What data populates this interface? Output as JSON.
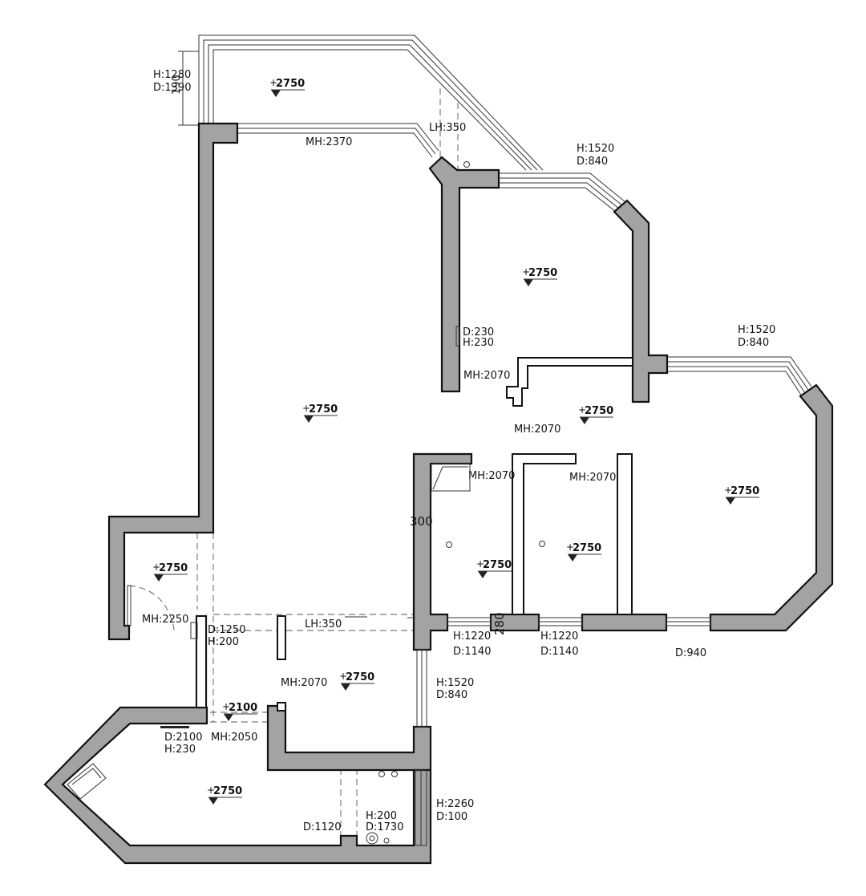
{
  "levels": [
    {
      "value": "2750"
    },
    {
      "value": "2750"
    },
    {
      "value": "2750"
    },
    {
      "value": "2750"
    },
    {
      "value": "2750"
    },
    {
      "value": "2750"
    },
    {
      "value": "2750"
    },
    {
      "value": "2750"
    },
    {
      "value": "2750"
    },
    {
      "value": "2100"
    },
    {
      "value": "2750"
    }
  ],
  "level_prefix": "+",
  "labels": {
    "bay_h": "H:1280",
    "bay_d": "D:1390",
    "bay_dim": "190",
    "mh_2370": "MH:2370",
    "lh_350_top": "LH:350",
    "win1_h": "H:1520",
    "win1_d": "D:840",
    "d230": "D:230",
    "h230": "H:230",
    "mh_2070_a": "MH:2070",
    "win2_h": "H:1520",
    "win2_d": "D:840",
    "mh_2070_b": "MH:2070",
    "mh_2070_c": "MH:2070",
    "mh_2070_d": "MH:2070",
    "dim_300": "300",
    "mh_2250": "MH:2250",
    "d1250": "D:1250",
    "h200_a": "H:200",
    "lh_350_mid": "LH:350",
    "win3_h": "H:1220",
    "win3_d": "D:1140",
    "dim_280": "280",
    "win4_h": "H:1220",
    "win4_d": "D:1140",
    "d940": "D:940",
    "mh_2070_e": "MH:2070",
    "win5_h": "H:1520",
    "win5_d": "D:840",
    "d2100": "D:2100",
    "h230_b": "H:230",
    "mh_2050": "MH:2050",
    "win6_h": "H:2260",
    "win6_d": "D:100",
    "d1120": "D:1120",
    "h200_b": "H:200",
    "d1730": "D:1730"
  }
}
